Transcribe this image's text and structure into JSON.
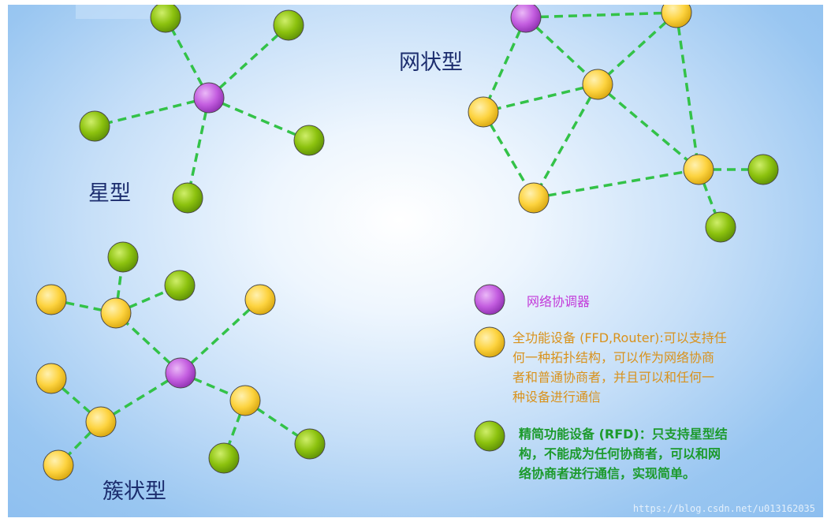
{
  "titles": {
    "star": "星型",
    "mesh": "网状型",
    "cluster": "簇状型"
  },
  "colors": {
    "coordinator": "#c45ee0",
    "ffd": "#fdd33f",
    "rfd": "#8cc20e",
    "link": "#33c248",
    "title": "#1c2d6e",
    "coordinator_text": "#c33ad9",
    "ffd_text": "#d9921c",
    "rfd_text": "#1c9a2c"
  },
  "legend": {
    "coordinator": "网络协调器",
    "ffd_line1": "全功能设备 (FFD,Router):可以支持任",
    "ffd_line2": "何一种拓扑结构，可以作为网络协商",
    "ffd_line3": "者和普通协商者，并且可以和任何一",
    "ffd_line4": "种设备进行通信",
    "rfd_line1": "精简功能设备 (RFD)：只支持星型结",
    "rfd_line2": "构，不能成为任何协商者，可以和网",
    "rfd_line3": "络协商者进行通信，实现简单。"
  },
  "watermark": "https://blog.csdn.net/u013162035"
}
